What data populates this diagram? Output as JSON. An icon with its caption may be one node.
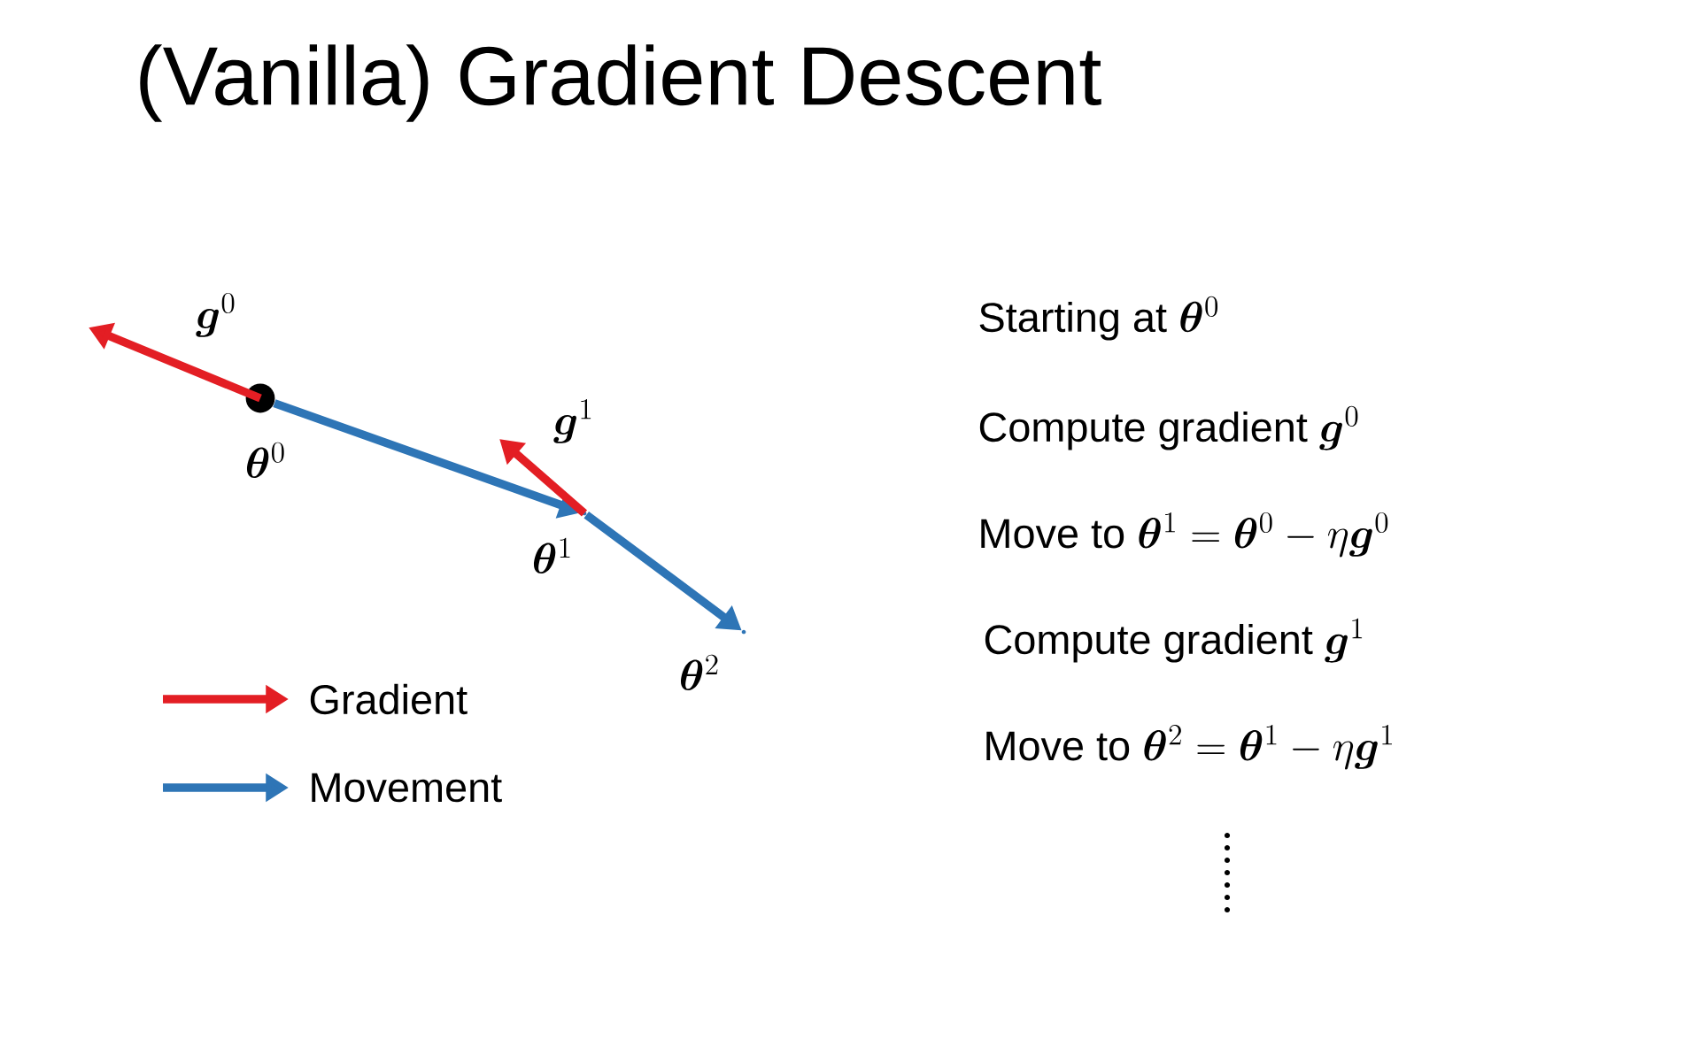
{
  "diagram": {
    "title": "(Vanilla) Gradient Descent",
    "nodes": [
      {
        "text": [],
        "shape": "circle",
        "beside": [
          "\\boldsymbol{\\theta}^{0}"
        ]
      },
      {
        "text": [],
        "shape": "point",
        "beside": [
          "\\boldsymbol{\\theta}^{1}"
        ]
      },
      {
        "text": [],
        "shape": "point",
        "beside": [
          "\\boldsymbol{\\theta}^{2}"
        ]
      }
    ],
    "edges": [
      {
        "from": 0,
        "to": null,
        "arrow": "to",
        "color": "#e31e24",
        "label": "\\boldsymbol{g}^{0}"
      },
      {
        "from": 0,
        "to": 1,
        "arrow": "to",
        "color": "#2e75b6"
      },
      {
        "from": 1,
        "to": null,
        "arrow": "to",
        "color": "#e31e24",
        "label": "\\boldsymbol{g}^{1}"
      },
      {
        "from": 1,
        "to": 2,
        "arrow": "to",
        "color": "#2e75b6"
      }
    ],
    "labels": [
      "Starting at",
      "\\boldsymbol{\\theta}^{0}",
      "Compute gradient",
      "\\boldsymbol{g}^{0}",
      "Move to",
      "\\boldsymbol{\\theta}^{1}=\\boldsymbol{\\theta}^{0}-\\eta\\boldsymbol{g}^{0}",
      "Compute gradient",
      "\\boldsymbol{g}^{1}",
      "Move to",
      "\\boldsymbol{\\theta}^{2}=\\boldsymbol{\\theta}^{1}-\\eta\\boldsymbol{g}^{1}"
    ],
    "legend": [
      {
        "text": "Gradient"
      },
      {
        "text": "Movement"
      }
    ]
  }
}
